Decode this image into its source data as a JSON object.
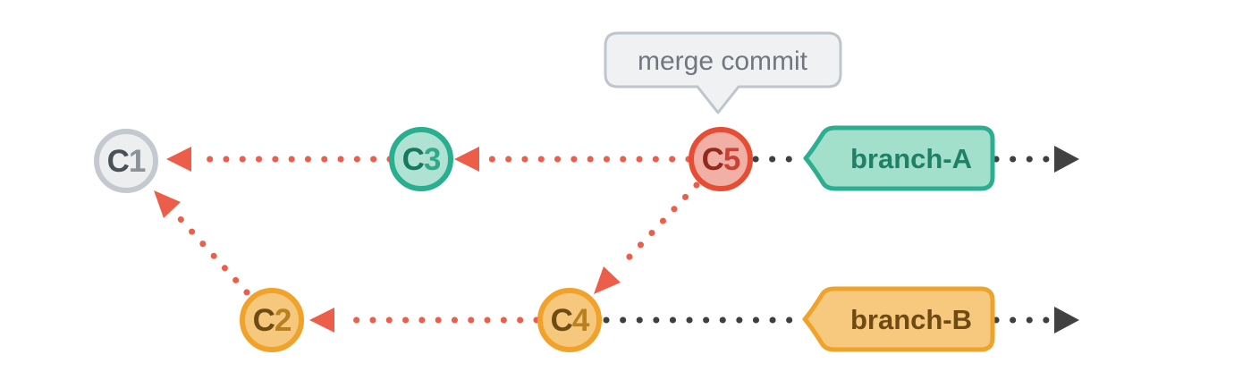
{
  "tooltip": {
    "label": "merge commit"
  },
  "commits": {
    "c1": {
      "letter": "C",
      "digit": "1"
    },
    "c2": {
      "letter": "C",
      "digit": "2"
    },
    "c3": {
      "letter": "C",
      "digit": "3"
    },
    "c4": {
      "letter": "C",
      "digit": "4"
    },
    "c5": {
      "letter": "C",
      "digit": "5"
    }
  },
  "branches": {
    "branch_a": {
      "label": "branch-A"
    },
    "branch_b": {
      "label": "branch-B"
    }
  },
  "edges": [
    {
      "from": "C3",
      "to": "C1",
      "type": "parent"
    },
    {
      "from": "C5",
      "to": "C3",
      "type": "parent"
    },
    {
      "from": "C5",
      "to": "C4",
      "type": "merge-parent"
    },
    {
      "from": "C4",
      "to": "C2",
      "type": "parent"
    },
    {
      "from": "C2",
      "to": "C1",
      "type": "parent"
    }
  ],
  "palette": {
    "background": "#FFFFFF",
    "parent_edge_red": "#ED5E4A",
    "timeline_dark": "#3F3F3F",
    "commit_gray_fill": "#ECEEF0",
    "commit_gray_border": "#C3C9CF",
    "commit_teal_fill": "#AFE2D2",
    "commit_teal_border": "#29AE8F",
    "commit_red_fill": "#F2AFA6",
    "commit_red_border": "#E74C35",
    "commit_orange_fill": "#F6C87E",
    "commit_orange_border": "#F0A22A",
    "branch_a_fill": "#A3E0CB",
    "branch_a_border": "#2BAE92",
    "branch_a_text": "#1F8066",
    "branch_b_fill": "#F7C97E",
    "branch_b_border": "#F0A32B",
    "branch_b_text": "#6F4A12",
    "tooltip_fill": "#EFF1F3",
    "tooltip_border": "#BEC5CB",
    "tooltip_text": "#71777D"
  }
}
